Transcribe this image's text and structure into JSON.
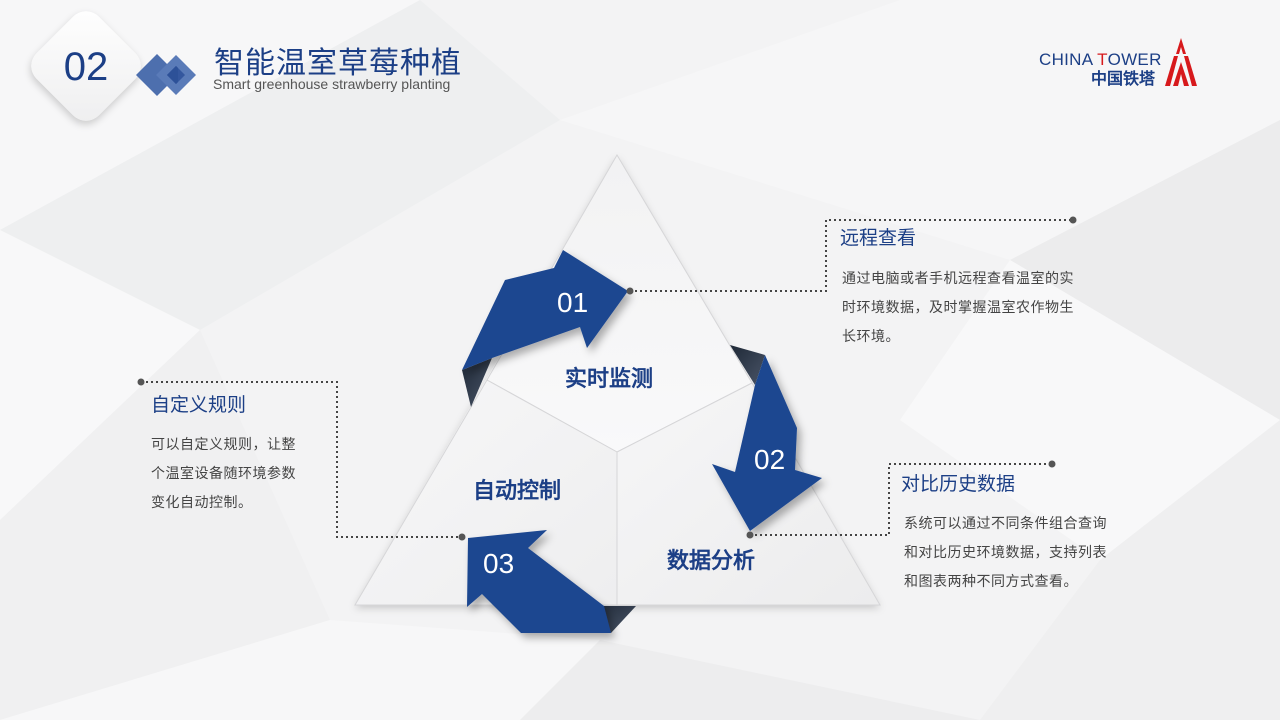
{
  "header": {
    "section_number": "02",
    "title_cn": "智能温室草莓种植",
    "title_en": "Smart greenhouse strawberry planting"
  },
  "logo": {
    "name_en_part1": "CHINA ",
    "name_en_red": "T",
    "name_en_part2": "OWER",
    "name_cn": "中国铁塔",
    "icon": "china-tower-logo-icon"
  },
  "colors": {
    "primary_blue": "#1c4690",
    "dark_fold": "#2a3445",
    "logo_red": "#d7191c",
    "background": "#f4f4f5"
  },
  "diagram": {
    "segments": [
      {
        "label": "实时监测",
        "position": "top"
      },
      {
        "label": "数据分析",
        "position": "bottom-right"
      },
      {
        "label": "自动控制",
        "position": "bottom-left"
      }
    ],
    "arrows": [
      {
        "number": "01"
      },
      {
        "number": "02"
      },
      {
        "number": "03"
      }
    ]
  },
  "callouts": [
    {
      "title": "远程查看",
      "lines": [
        "通过电脑或者手机远程查看温室的实",
        "时环境数据，及时掌握温室农作物生",
        "长环境。"
      ]
    },
    {
      "title": "对比历史数据",
      "lines": [
        "系统可以通过不同条件组合查询",
        "和对比历史环境数据，支持列表",
        "和图表两种不同方式查看。"
      ]
    },
    {
      "title": "自定义规则",
      "lines": [
        "可以自定义规则，让整",
        "个温室设备随环境参数",
        "变化自动控制。"
      ]
    }
  ]
}
